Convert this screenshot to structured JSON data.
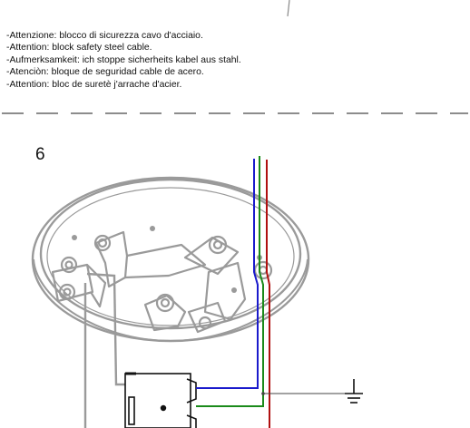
{
  "notes": [
    "-Attenzione: blocco di sicurezza cavo d'acciaio.",
    "-Attention: block safety steel cable.",
    "-Aufmerksamkeit: ich stoppe sicherheits kabel aus stahl.",
    "-Atenciòn: bloque de seguridad cable de acero.",
    "-Attention: bloc de suretè j'arrache d'acier."
  ],
  "step_number": "6",
  "colors": {
    "wire_blue": "#1a1acc",
    "wire_green": "#1a8a1a",
    "wire_red": "#b01010",
    "line_gray": "#9a9a9a",
    "dash_gray": "#8c8c8c"
  },
  "icons": [
    "ground-symbol-icon"
  ]
}
